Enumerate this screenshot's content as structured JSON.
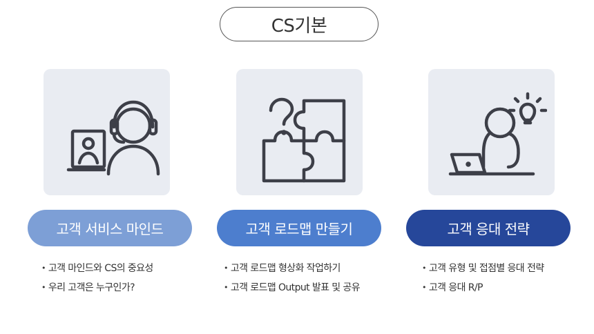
{
  "title": "CS기본",
  "colors": {
    "card_bg": "#e9ecf2",
    "icon_stroke": "#3d3f48",
    "pill_1": "#7d9fd6",
    "pill_2": "#4d7ece",
    "pill_3": "#26479a"
  },
  "sections": [
    {
      "icon": "headset-agent-icon",
      "label": "고객 서비스 마인드",
      "bullets": [
        "고객 마인드와 CS의 중요성",
        "우리 고객은 누구인가?"
      ]
    },
    {
      "icon": "puzzle-question-icon",
      "label": "고객 로드맵 만들기",
      "bullets": [
        "고객 로드맵 형상화 작업하기",
        "고객 로드맵 Output 발표 및 공유"
      ]
    },
    {
      "icon": "thinking-laptop-idea-icon",
      "label": "고객 응대 전략",
      "bullets": [
        "고객 유형 및 접점별 응대 전략",
        "고객 응대 R/P"
      ]
    }
  ]
}
